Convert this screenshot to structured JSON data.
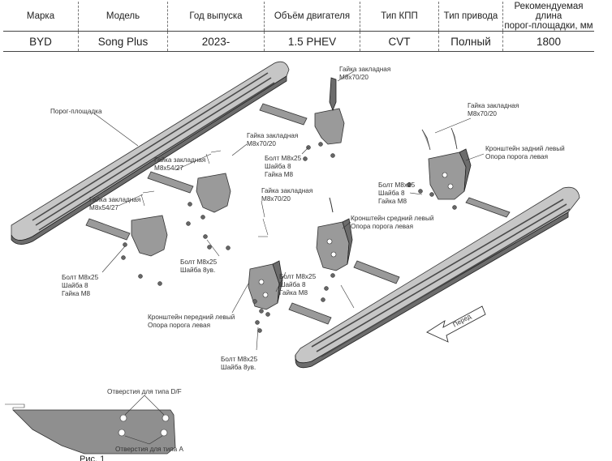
{
  "table": {
    "headers": [
      "Марка",
      "Модель",
      "Год выпуска",
      "Объём двигателя",
      "Тип КПП",
      "Тип привода",
      "Рекомендуемая длина",
      "порог-площадки, мм"
    ],
    "values": [
      "BYD",
      "Song Plus",
      "2023-",
      "1.5 PHEV",
      "CVT",
      "Полный",
      "1800"
    ]
  },
  "labels": {
    "running_board": "Порог-площадка",
    "nut_5427_a": [
      "Гайка закладная",
      "М8х54/27"
    ],
    "nut_5427_b": [
      "Гайка закладная",
      "М8х54/27"
    ],
    "nut_7020_a": [
      "Гайка закладная",
      "М8х70/20"
    ],
    "nut_7020_b": [
      "Гайка закладная",
      "М8х70/20"
    ],
    "nut_7020_c": [
      "Гайка закладная",
      "М8х70/20"
    ],
    "nut_7020_d": [
      "Гайка закладная",
      "М8х70/20"
    ],
    "bolt_set_a": [
      "Болт М8х25",
      "Шайба 8",
      "Гайка М8"
    ],
    "bolt_set_b": [
      "Болт М8х25",
      "Шайба 8",
      "Гайка М8"
    ],
    "bolt_set_c": [
      "Болт М8х25",
      "Шайба 8",
      "Гайка М8"
    ],
    "bolt_set_d": [
      "Болт М8х25",
      "Шайба 8",
      "Гайка М8"
    ],
    "bolt_washer_a": [
      "Болт М8х25",
      "Шайба 8ув."
    ],
    "bolt_washer_b": [
      "Болт М8х25",
      "Шайба 8ув."
    ],
    "bracket_rear": [
      "Кронштейн задний левый",
      "Опора порога левая"
    ],
    "bracket_middle": [
      "Кронштейн средний левый",
      "Опора порога левая"
    ],
    "bracket_front": [
      "Кронштейн передний левый",
      "Опора порога левая"
    ],
    "front_arrow": "Перед",
    "holes_df": "Отверстия для типа D/F",
    "holes_a": "Отверстия для типа А",
    "figure": "Рис. 1"
  }
}
